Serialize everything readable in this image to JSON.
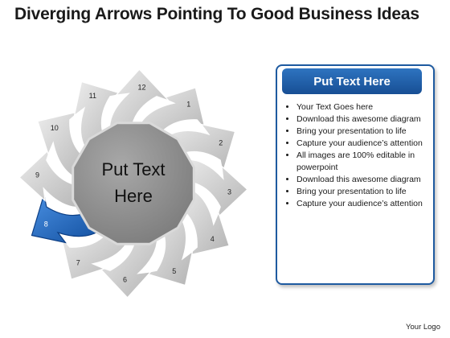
{
  "title": "Diverging Arrows Pointing To Good Business Ideas",
  "center_text": [
    "Put Text",
    "Here"
  ],
  "arrows": [
    {
      "label": "1"
    },
    {
      "label": "2"
    },
    {
      "label": "3"
    },
    {
      "label": "4"
    },
    {
      "label": "5"
    },
    {
      "label": "6"
    },
    {
      "label": "7"
    },
    {
      "label": "8",
      "highlighted": true
    },
    {
      "label": "9"
    },
    {
      "label": "10"
    },
    {
      "label": "11"
    },
    {
      "label": "12"
    }
  ],
  "panel": {
    "header": "Put Text Here",
    "bullets": [
      "Your Text Goes here",
      "Download this awesome diagram",
      "Bring your presentation to life",
      "Capture your audience’s attention",
      "All images are 100% editable in powerpoint",
      "Download this awesome diagram",
      "Bring your presentation to life",
      "Capture your audience’s attention"
    ]
  },
  "logo_text": "Your Logo",
  "colors": {
    "arrow": "#d0d0d0",
    "highlight": "#1f6bc4",
    "center": "#8c8c8c",
    "accent": "#1e5aa0"
  }
}
